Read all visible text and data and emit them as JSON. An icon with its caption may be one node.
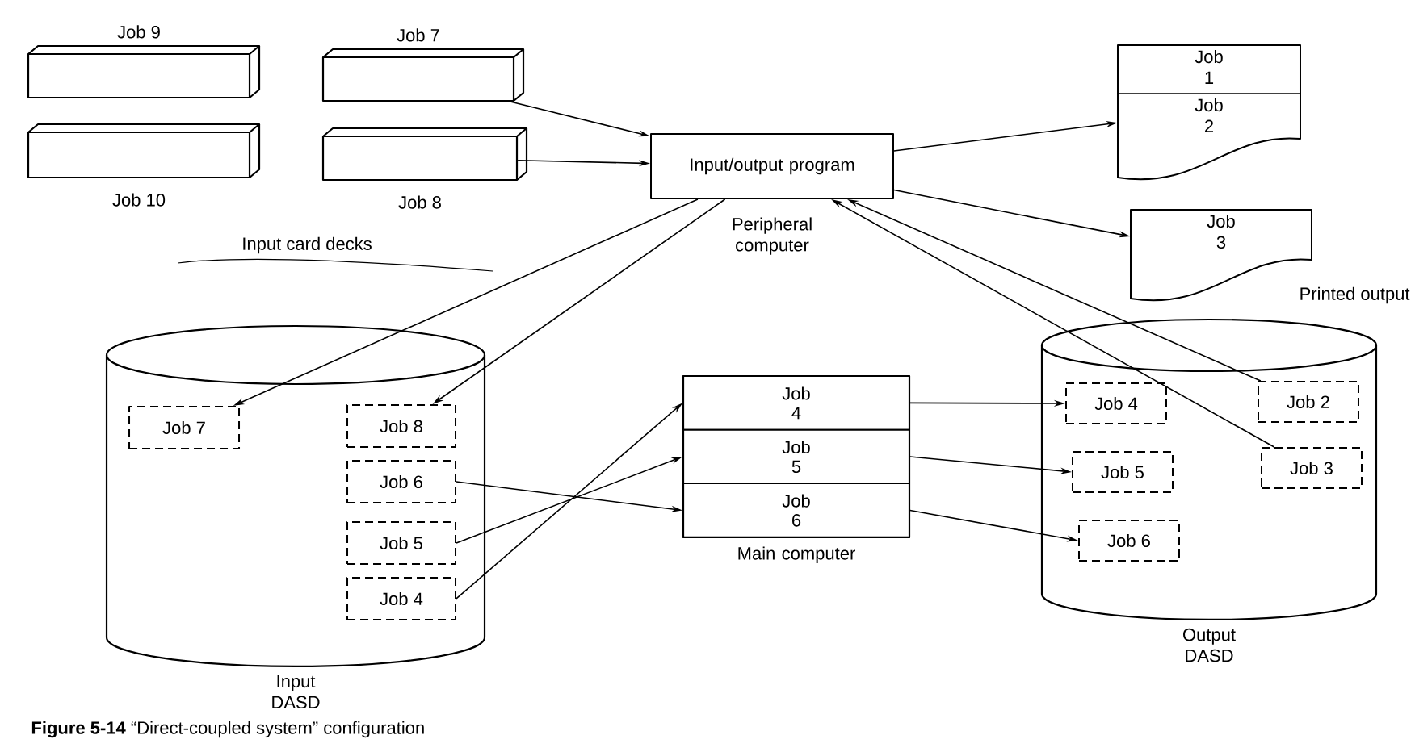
{
  "diagram": {
    "caption": "**Figure 5-14**  “Direct-coupled system” configuration",
    "nodes": [
      {
        "text": [
          "Job 9"
        ]
      },
      {
        "text": [
          "Job 7"
        ]
      },
      {
        "text": [
          "Job 10"
        ]
      },
      {
        "text": [
          "Job 8"
        ]
      },
      {
        "text": [
          "Input/output program"
        ],
        "beside": [
          "Peripheral computer"
        ]
      },
      {
        "text": [
          "Job 1",
          "Job 2"
        ]
      },
      {
        "text": [
          "Job 3"
        ]
      },
      {
        "text": [
          "Input DASD"
        ]
      },
      {
        "text": [
          "Job 7"
        ],
        "in": 7
      },
      {
        "text": [
          "Job 8"
        ],
        "in": 7
      },
      {
        "text": [
          "Job 6"
        ],
        "in": 7
      },
      {
        "text": [
          "Job 5"
        ],
        "in": 7
      },
      {
        "text": [
          "Job 4"
        ],
        "in": 7
      },
      {
        "text": [],
        "shape": "box",
        "beside": [
          "Main computer"
        ]
      },
      {
        "text": [
          "Job 4"
        ],
        "in": 13
      },
      {
        "text": [
          "Job 5"
        ],
        "in": 13
      },
      {
        "text": [
          "Job 6"
        ],
        "in": 13
      },
      {
        "text": [
          "Output DASD"
        ]
      },
      {
        "text": [
          "Job 4"
        ],
        "in": 17
      },
      {
        "text": [
          "Job 2"
        ],
        "in": 17
      },
      {
        "text": [
          "Job 5"
        ],
        "in": 17
      },
      {
        "text": [
          "Job 3"
        ],
        "in": 17
      },
      {
        "text": [
          "Job 6"
        ],
        "in": 17
      }
    ],
    "edges": [
      {
        "from": 1,
        "to": 4,
        "arrow": "to"
      },
      {
        "from": 3,
        "to": 4,
        "arrow": "to"
      },
      {
        "from": 4,
        "to": 5,
        "arrow": "to"
      },
      {
        "from": 4,
        "to": 6,
        "arrow": "to"
      },
      {
        "from": 4,
        "to": 8,
        "arrow": "to"
      },
      {
        "from": 4,
        "to": 9,
        "arrow": "to"
      },
      {
        "from": 19,
        "to": 4,
        "arrow": "to"
      },
      {
        "from": 21,
        "to": 4,
        "arrow": "to"
      },
      {
        "from": 12,
        "to": 14,
        "arrow": "to"
      },
      {
        "from": 11,
        "to": 15,
        "arrow": "to"
      },
      {
        "from": 10,
        "to": 16,
        "arrow": "to"
      },
      {
        "from": 14,
        "to": 18,
        "arrow": "to"
      },
      {
        "from": 15,
        "to": 20,
        "arrow": "to"
      },
      {
        "from": 16,
        "to": 22,
        "arrow": "to"
      }
    ],
    "labels": [
      "Input card decks",
      "Printed output"
    ]
  }
}
